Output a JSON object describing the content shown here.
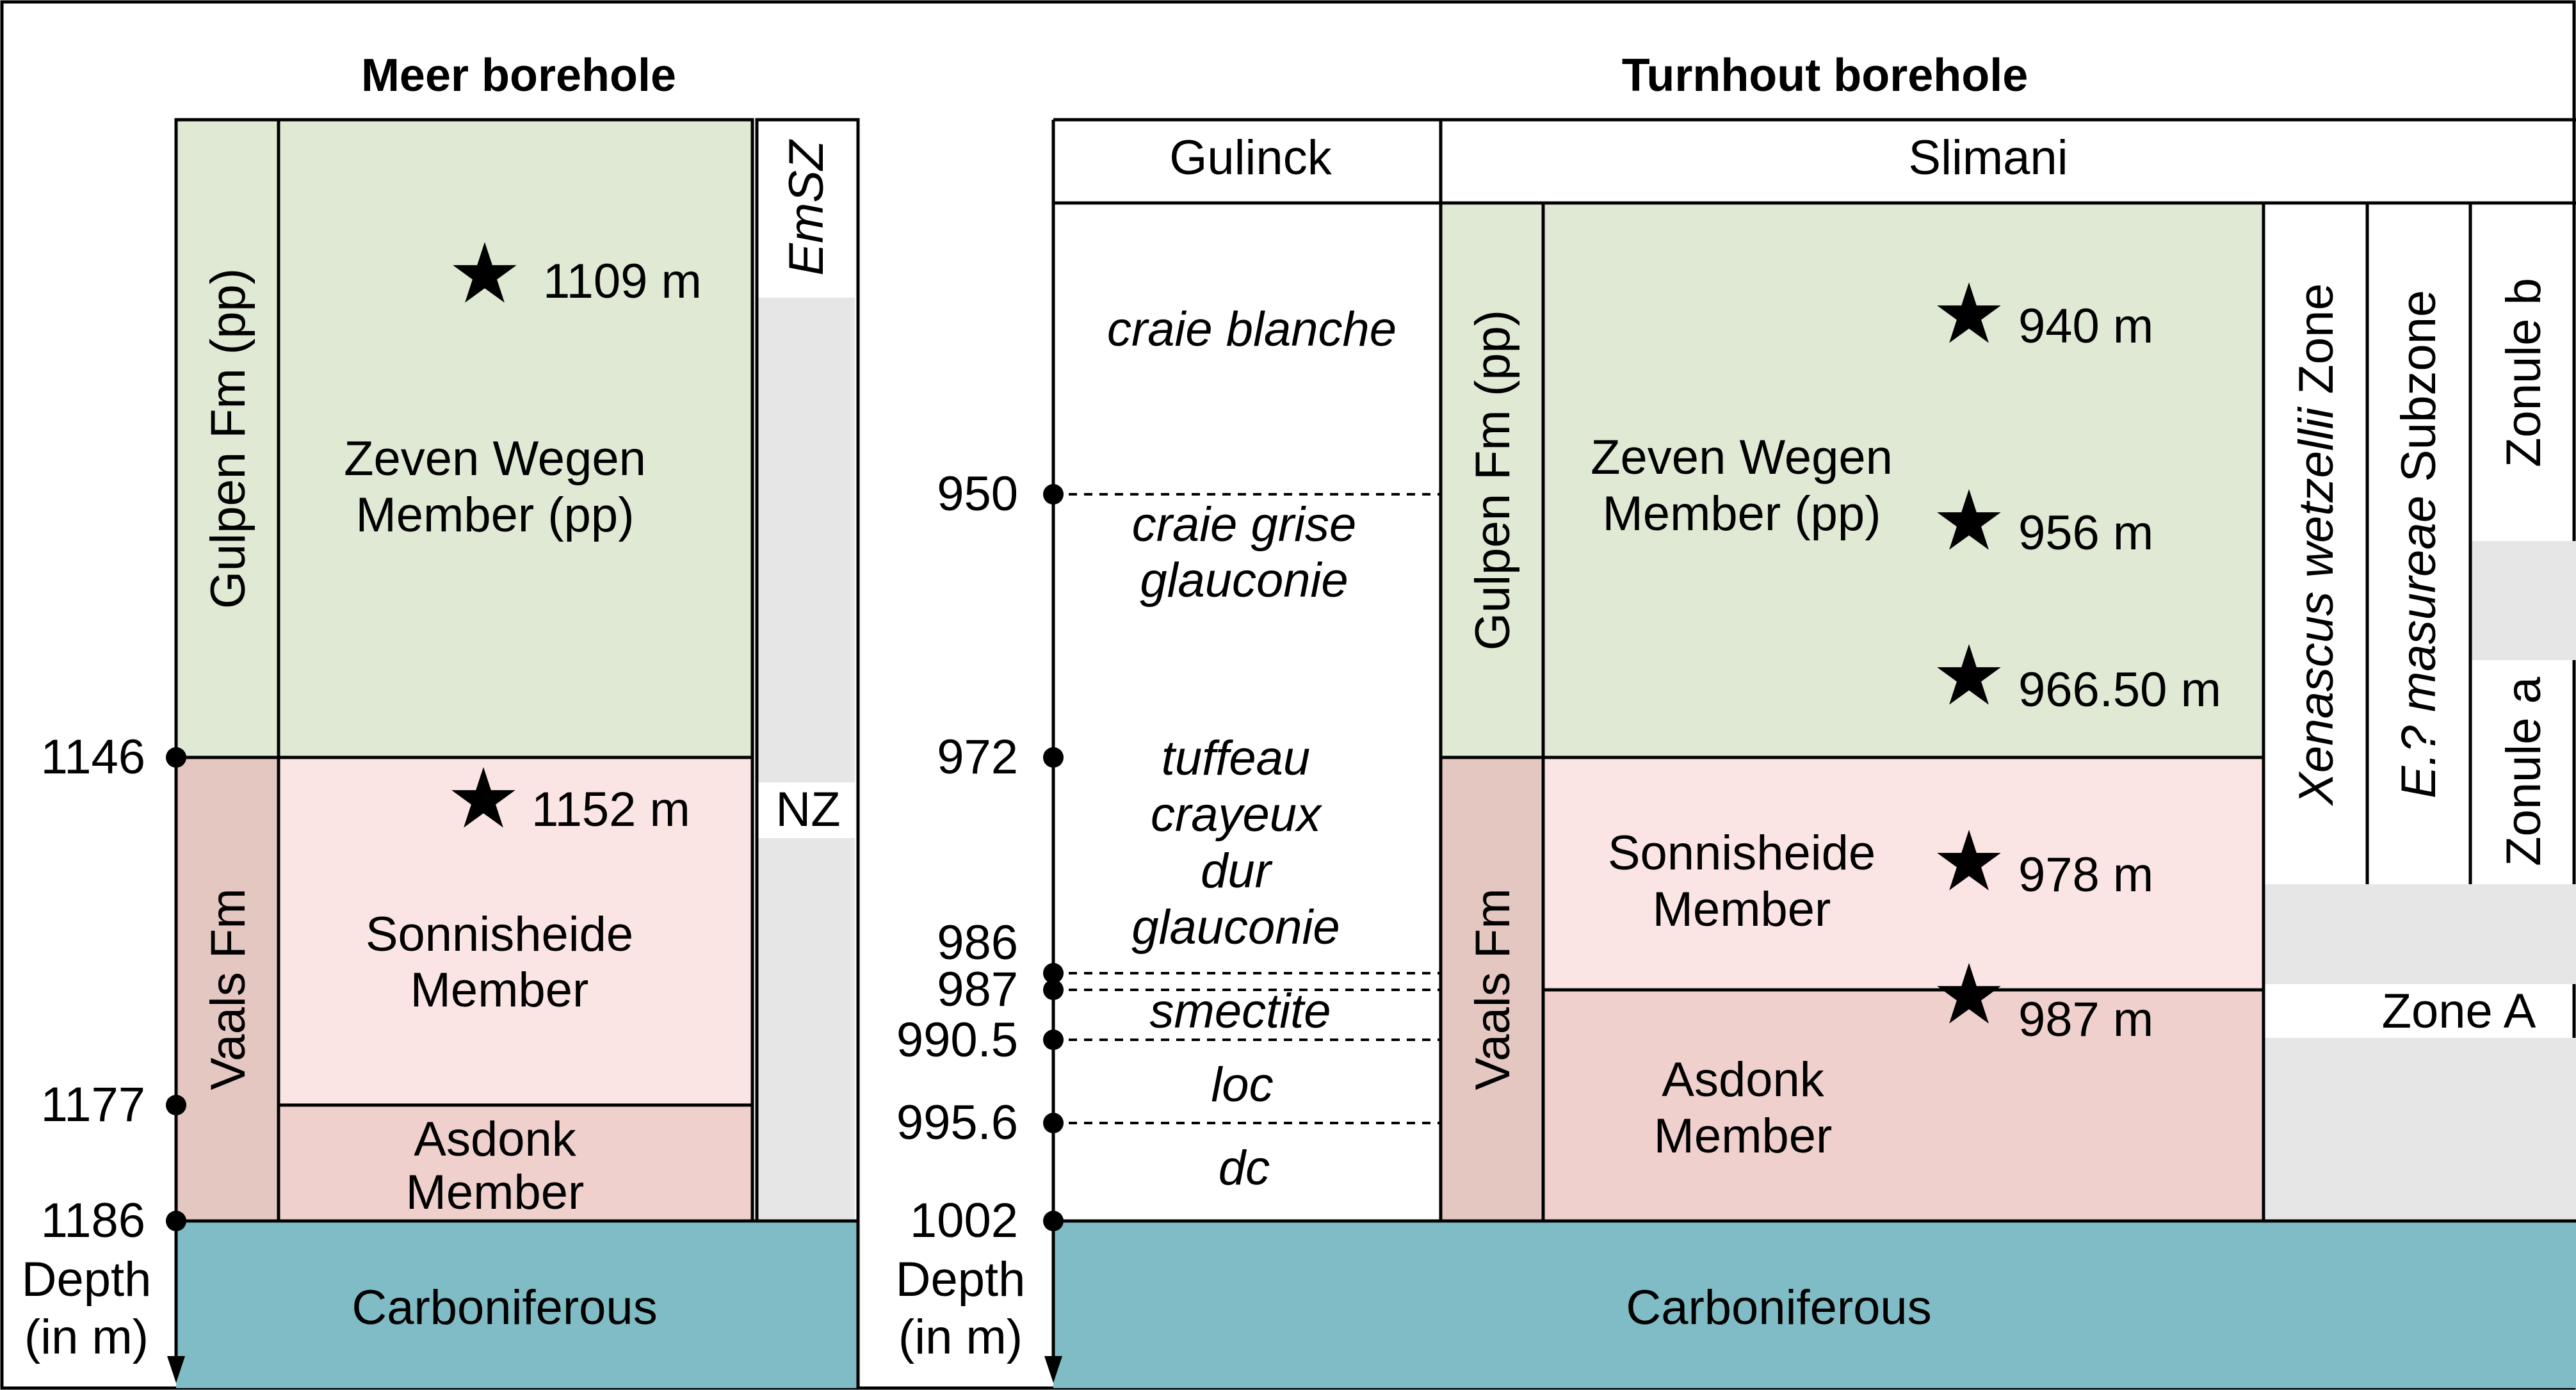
{
  "colors": {
    "gulpen": "#dfe9d4",
    "sonnisheide": "#fbe5e4",
    "asdonk_vaals": "#efd0cc",
    "vaals_column": "#e5c7c2",
    "zone_gray": "#e6e6e6",
    "carboniferous": "#7fbcc5",
    "line": "#000000"
  },
  "meer": {
    "title": "Meer borehole",
    "formation_gulpen": "Gulpen Fm (pp)",
    "formation_vaals": "Vaals Fm",
    "member_zeven_line1": "Zeven Wegen",
    "member_zeven_line2": "Member (pp)",
    "member_sonnisheide_line1": "Sonnisheide",
    "member_sonnisheide_line2": "Member",
    "member_asdonk_line1": "Asdonk",
    "member_asdonk_line2": "Member",
    "zone_emsz": "EmSZ",
    "zone_nz": "NZ",
    "samples": [
      "1109 m",
      "1152 m"
    ],
    "depth_ticks": [
      "1146",
      "1177",
      "1186"
    ],
    "depth_label_line1": "Depth",
    "depth_label_line2": "(in m)",
    "basement": "Carboniferous"
  },
  "turnhout": {
    "title": "Turnhout borehole",
    "header_gulinck": "Gulinck",
    "header_slimani": "Slimani",
    "gulinck_units": {
      "craie_blanche": "craie blanche",
      "craie_grise_line1": "craie grise",
      "craie_grise_line2": "glauconie",
      "tuffeau_line1": "tuffeau",
      "tuffeau_line2": "crayeux",
      "tuffeau_line3": "dur",
      "tuffeau_line4": "glauconie",
      "smectite": "smectite",
      "loc": "loc",
      "dc": "dc"
    },
    "formation_gulpen": "Gulpen Fm (pp)",
    "formation_vaals": "Vaals Fm",
    "member_zeven_line1": "Zeven Wegen",
    "member_zeven_line2": "Member (pp)",
    "member_sonnisheide_line1": "Sonnisheide",
    "member_sonnisheide_line2": "Member",
    "member_asdonk_line1": "Asdonk",
    "member_asdonk_line2": "Member",
    "zone_xenascus_italic": "Xenascus wetzellii",
    "zone_xenascus_suffix": " Zone",
    "subzone_masureae_italic": "E.? masureae",
    "subzone_masureae_suffix": " Subzone",
    "zonule_b": "Zonule b",
    "zonule_a": "Zonule a",
    "zone_a": "Zone A",
    "samples": [
      "940 m",
      "956 m",
      "966.50 m",
      "978 m",
      "987 m"
    ],
    "depth_ticks": [
      "950",
      "972",
      "986",
      "987",
      "990.5",
      "995.6",
      "1002"
    ],
    "depth_label_line1": "Depth",
    "depth_label_line2": "(in m)",
    "basement": "Carboniferous"
  }
}
